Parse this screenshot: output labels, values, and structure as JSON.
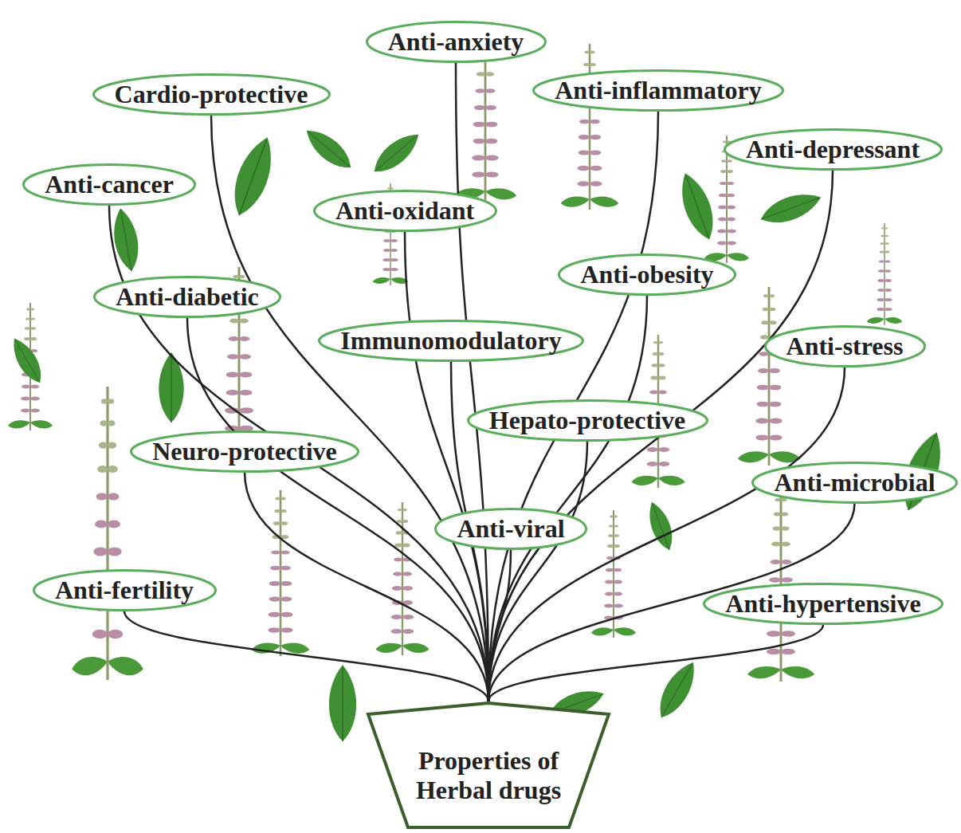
{
  "diagram": {
    "nodes": [
      {
        "text": [
          "Anti-anxiety"
        ]
      },
      {
        "text": [
          "Cardio-protective"
        ]
      },
      {
        "text": [
          "Anti-inflammatory"
        ]
      },
      {
        "text": [
          "Anti-depressant"
        ]
      },
      {
        "text": [
          "Anti-cancer"
        ]
      },
      {
        "text": [
          "Anti-oxidant"
        ]
      },
      {
        "text": [
          "Anti-obesity"
        ]
      },
      {
        "text": [
          "Anti-diabetic"
        ]
      },
      {
        "text": [
          "Immunomodulatory"
        ]
      },
      {
        "text": [
          "Anti-stress"
        ]
      },
      {
        "text": [
          "Hepato-protective"
        ]
      },
      {
        "text": [
          "Neuro-protective"
        ]
      },
      {
        "text": [
          "Anti-microbial"
        ]
      },
      {
        "text": [
          "Anti-viral"
        ]
      },
      {
        "text": [
          "Anti-fertility"
        ]
      },
      {
        "text": [
          "Anti-hypertensive"
        ]
      },
      {
        "text": [
          "Properties of Herbal drugs"
        ]
      }
    ],
    "edges": [
      {
        "from": 16,
        "to": 0,
        "arrow": "none"
      },
      {
        "from": 16,
        "to": 1,
        "arrow": "none"
      },
      {
        "from": 16,
        "to": 2,
        "arrow": "none"
      },
      {
        "from": 16,
        "to": 3,
        "arrow": "none"
      },
      {
        "from": 16,
        "to": 4,
        "arrow": "none"
      },
      {
        "from": 16,
        "to": 5,
        "arrow": "none"
      },
      {
        "from": 16,
        "to": 6,
        "arrow": "none"
      },
      {
        "from": 16,
        "to": 7,
        "arrow": "none"
      },
      {
        "from": 16,
        "to": 8,
        "arrow": "none"
      },
      {
        "from": 16,
        "to": 9,
        "arrow": "none"
      },
      {
        "from": 16,
        "to": 10,
        "arrow": "none"
      },
      {
        "from": 16,
        "to": 11,
        "arrow": "none"
      },
      {
        "from": 16,
        "to": 12,
        "arrow": "none"
      },
      {
        "from": 16,
        "to": 13,
        "arrow": "none"
      },
      {
        "from": 16,
        "to": 14,
        "arrow": "none"
      },
      {
        "from": 16,
        "to": 15,
        "arrow": "none"
      }
    ]
  }
}
